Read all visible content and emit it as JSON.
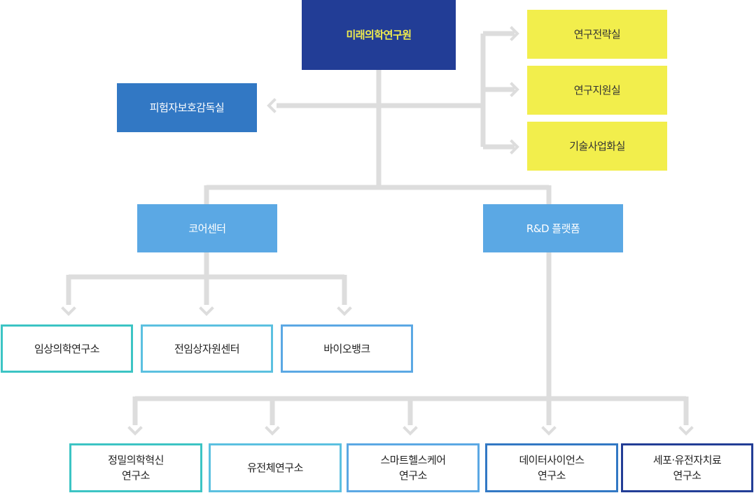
{
  "root": "미래의학연구원",
  "left_office": "피험자보호감독실",
  "right_offices": [
    "연구전략실",
    "연구지원실",
    "기술사업화실"
  ],
  "divisions": [
    "코어센터",
    "R&D 플랫폼"
  ],
  "core_units": [
    "임상의학연구소",
    "전임상자원센터",
    "바이오뱅크"
  ],
  "rd_units": [
    {
      "line1": "정밀의학혁신",
      "line2": "연구소"
    },
    {
      "line1": "유전체연구소",
      "line2": ""
    },
    {
      "line1": "스마트헬스케어",
      "line2": "연구소"
    },
    {
      "line1": "데이터사이언스",
      "line2": "연구소"
    },
    {
      "line1": "세포·유전자치료",
      "line2": "연구소"
    }
  ],
  "colors": {
    "root_bg": "#223d96",
    "root_text": "#f2ee4c",
    "office_bg": "#3278c4",
    "yellow_bg": "#f2ee4c",
    "division_bg": "#5ba8e4",
    "connector": "#dddddd",
    "unit_borders": [
      "#3cc4c4",
      "#5bc0e0",
      "#5ba8e4",
      "#3278c4",
      "#223d96"
    ]
  }
}
